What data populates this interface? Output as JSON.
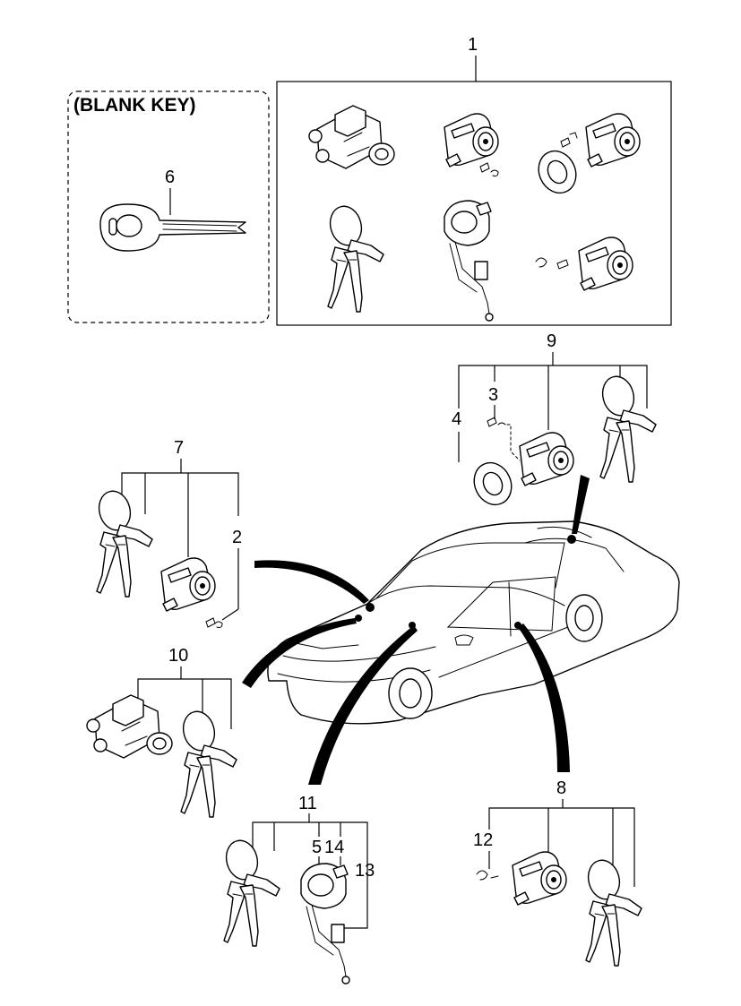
{
  "blank_key_title": "(BLANK KEY)",
  "callouts": {
    "c1": "1",
    "c2": "2",
    "c3": "3",
    "c4": "4",
    "c5": "5",
    "c6": "6",
    "c7": "7",
    "c8": "8",
    "c9": "9",
    "c10": "10",
    "c11": "11",
    "c12": "12",
    "c13": "13",
    "c14": "14"
  }
}
